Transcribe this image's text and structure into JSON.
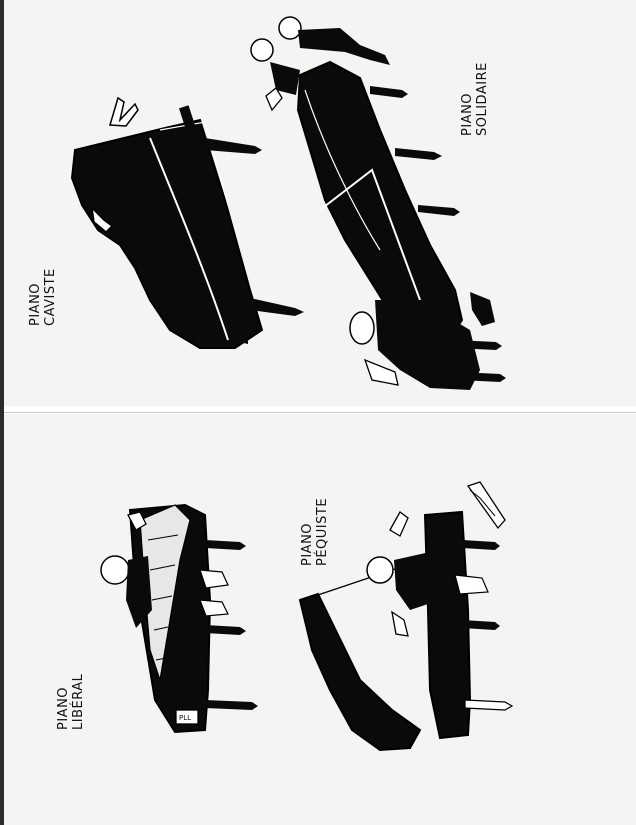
{
  "panels": [
    {
      "caption_line1": "PIANO",
      "caption_line2": "CAVISTE"
    },
    {
      "caption_line1": "PIANO",
      "caption_line2": "SOLIDAIRE"
    },
    {
      "caption_line1": "PIANO",
      "caption_line2": "LIBÉRAL"
    },
    {
      "caption_line1": "PIANO",
      "caption_line2": "PÉQUISTE"
    }
  ],
  "labels": {
    "pll": "PLL"
  },
  "colors": {
    "ink": "#0a0a0a",
    "paper": "#f4f4f2",
    "highlight": "#ffffff"
  }
}
